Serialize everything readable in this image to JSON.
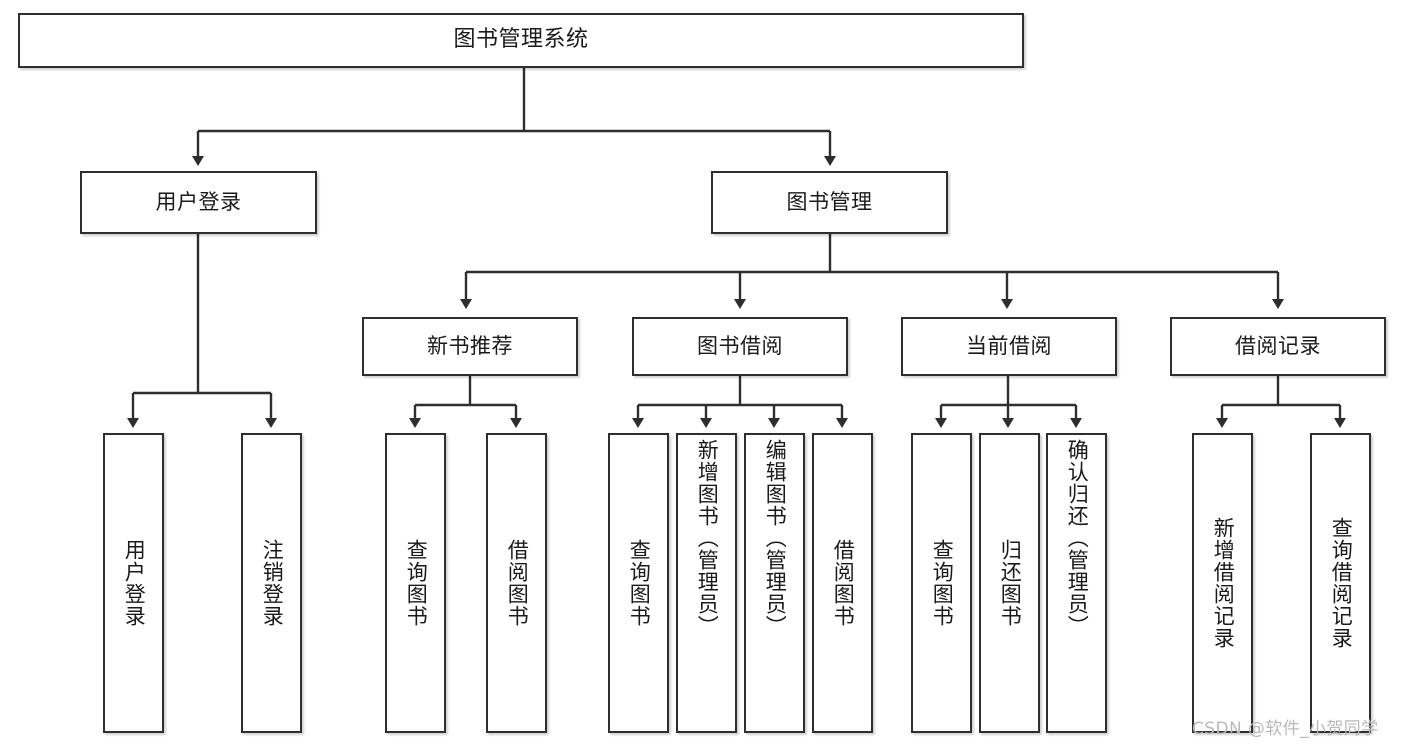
{
  "diagram": {
    "type": "tree",
    "title": "图书管理系统",
    "orientation": "top-down",
    "line_color": "#2e2e2e",
    "box_fill": "#ffffff",
    "text_color": "#1a1a1a",
    "levels": 4
  },
  "root": {
    "label": "图书管理系统"
  },
  "level2": {
    "user_login": {
      "label": "用户登录"
    },
    "book_manage": {
      "label": "图书管理"
    }
  },
  "level3": {
    "new_book_rec": {
      "label": "新书推荐"
    },
    "book_borrow": {
      "label": "图书借阅"
    },
    "current_borrow": {
      "label": "当前借阅"
    },
    "borrow_record": {
      "label": "借阅记录"
    }
  },
  "leaves": {
    "user_login": [
      {
        "label": "用户登录"
      },
      {
        "label": "注销登录"
      }
    ],
    "new_book_rec": [
      {
        "label": "查询图书"
      },
      {
        "label": "借阅图书"
      }
    ],
    "book_borrow": [
      {
        "label": "查询图书"
      },
      {
        "label": "新增图书（管理员）"
      },
      {
        "label": "编辑图书（管理员）"
      },
      {
        "label": "借阅图书"
      }
    ],
    "current_borrow": [
      {
        "label": "查询图书"
      },
      {
        "label": "归还图书"
      },
      {
        "label": "确认归还（管理员）"
      }
    ],
    "borrow_record": [
      {
        "label": "新增借阅记录"
      },
      {
        "label": "查询借阅记录"
      }
    ]
  },
  "watermark": {
    "text": "CSDN @软件_小贺同学"
  }
}
